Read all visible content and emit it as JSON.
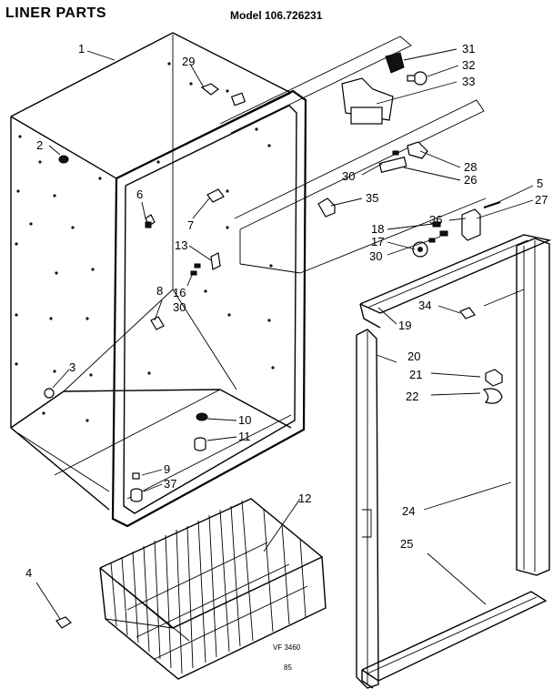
{
  "header": {
    "title": "LINER PARTS",
    "model": "Model 106.726231"
  },
  "footer": {
    "code": "VF 3460",
    "page": "85"
  },
  "callouts": {
    "c1": "1",
    "c2": "2",
    "c3": "3",
    "c4": "4",
    "c5": "5",
    "c6": "6",
    "c7": "7",
    "c8": "8",
    "c9": "9",
    "c10": "10",
    "c11": "11",
    "c12": "12",
    "c13": "13",
    "c16": "16",
    "c17": "17",
    "c18": "18",
    "c19": "19",
    "c20": "20",
    "c21": "21",
    "c22": "22",
    "c24": "24",
    "c25": "25",
    "c26": "26",
    "c27": "27",
    "c28": "28",
    "c29": "29",
    "c30a": "30",
    "c30b": "30",
    "c30c": "30",
    "c31": "31",
    "c32": "32",
    "c33": "33",
    "c34": "34",
    "c35": "35",
    "c36": "36",
    "c37": "37"
  }
}
